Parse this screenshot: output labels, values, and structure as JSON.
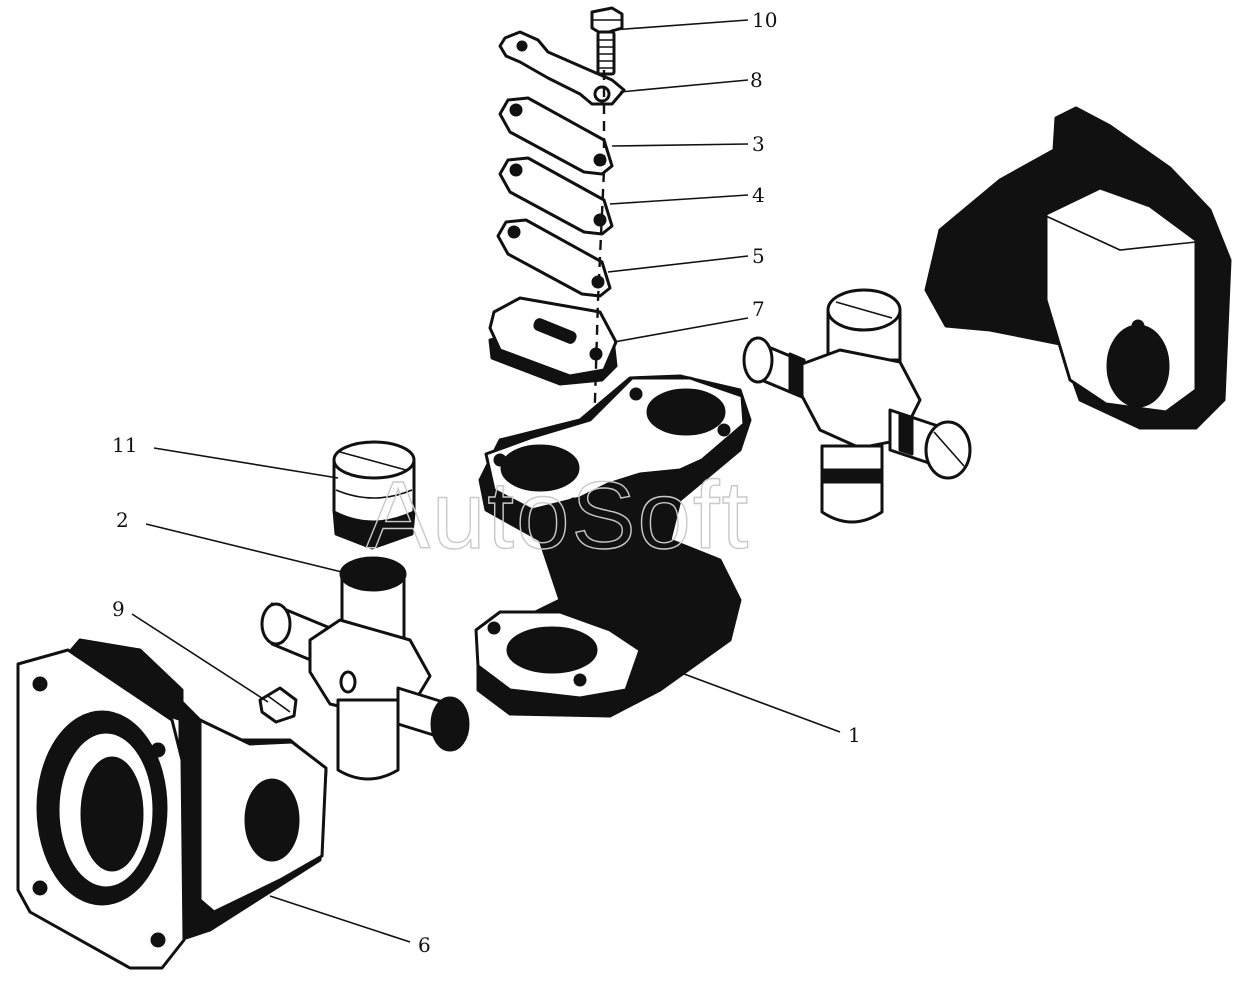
{
  "parts": [
    {
      "id": "part-1",
      "label": "1"
    },
    {
      "id": "part-2",
      "label": "2"
    },
    {
      "id": "part-3",
      "label": "3"
    },
    {
      "id": "part-4",
      "label": "4"
    },
    {
      "id": "part-5",
      "label": "5"
    },
    {
      "id": "part-6",
      "label": "6"
    },
    {
      "id": "part-7",
      "label": "7"
    },
    {
      "id": "part-8",
      "label": "8"
    },
    {
      "id": "part-9",
      "label": "9"
    },
    {
      "id": "part-10",
      "label": "10"
    },
    {
      "id": "part-11",
      "label": "11"
    }
  ],
  "watermark": "AutoSoft",
  "colors": {
    "ink": "#111111",
    "paper": "#ffffff",
    "watermark": "#c9c9c9"
  }
}
